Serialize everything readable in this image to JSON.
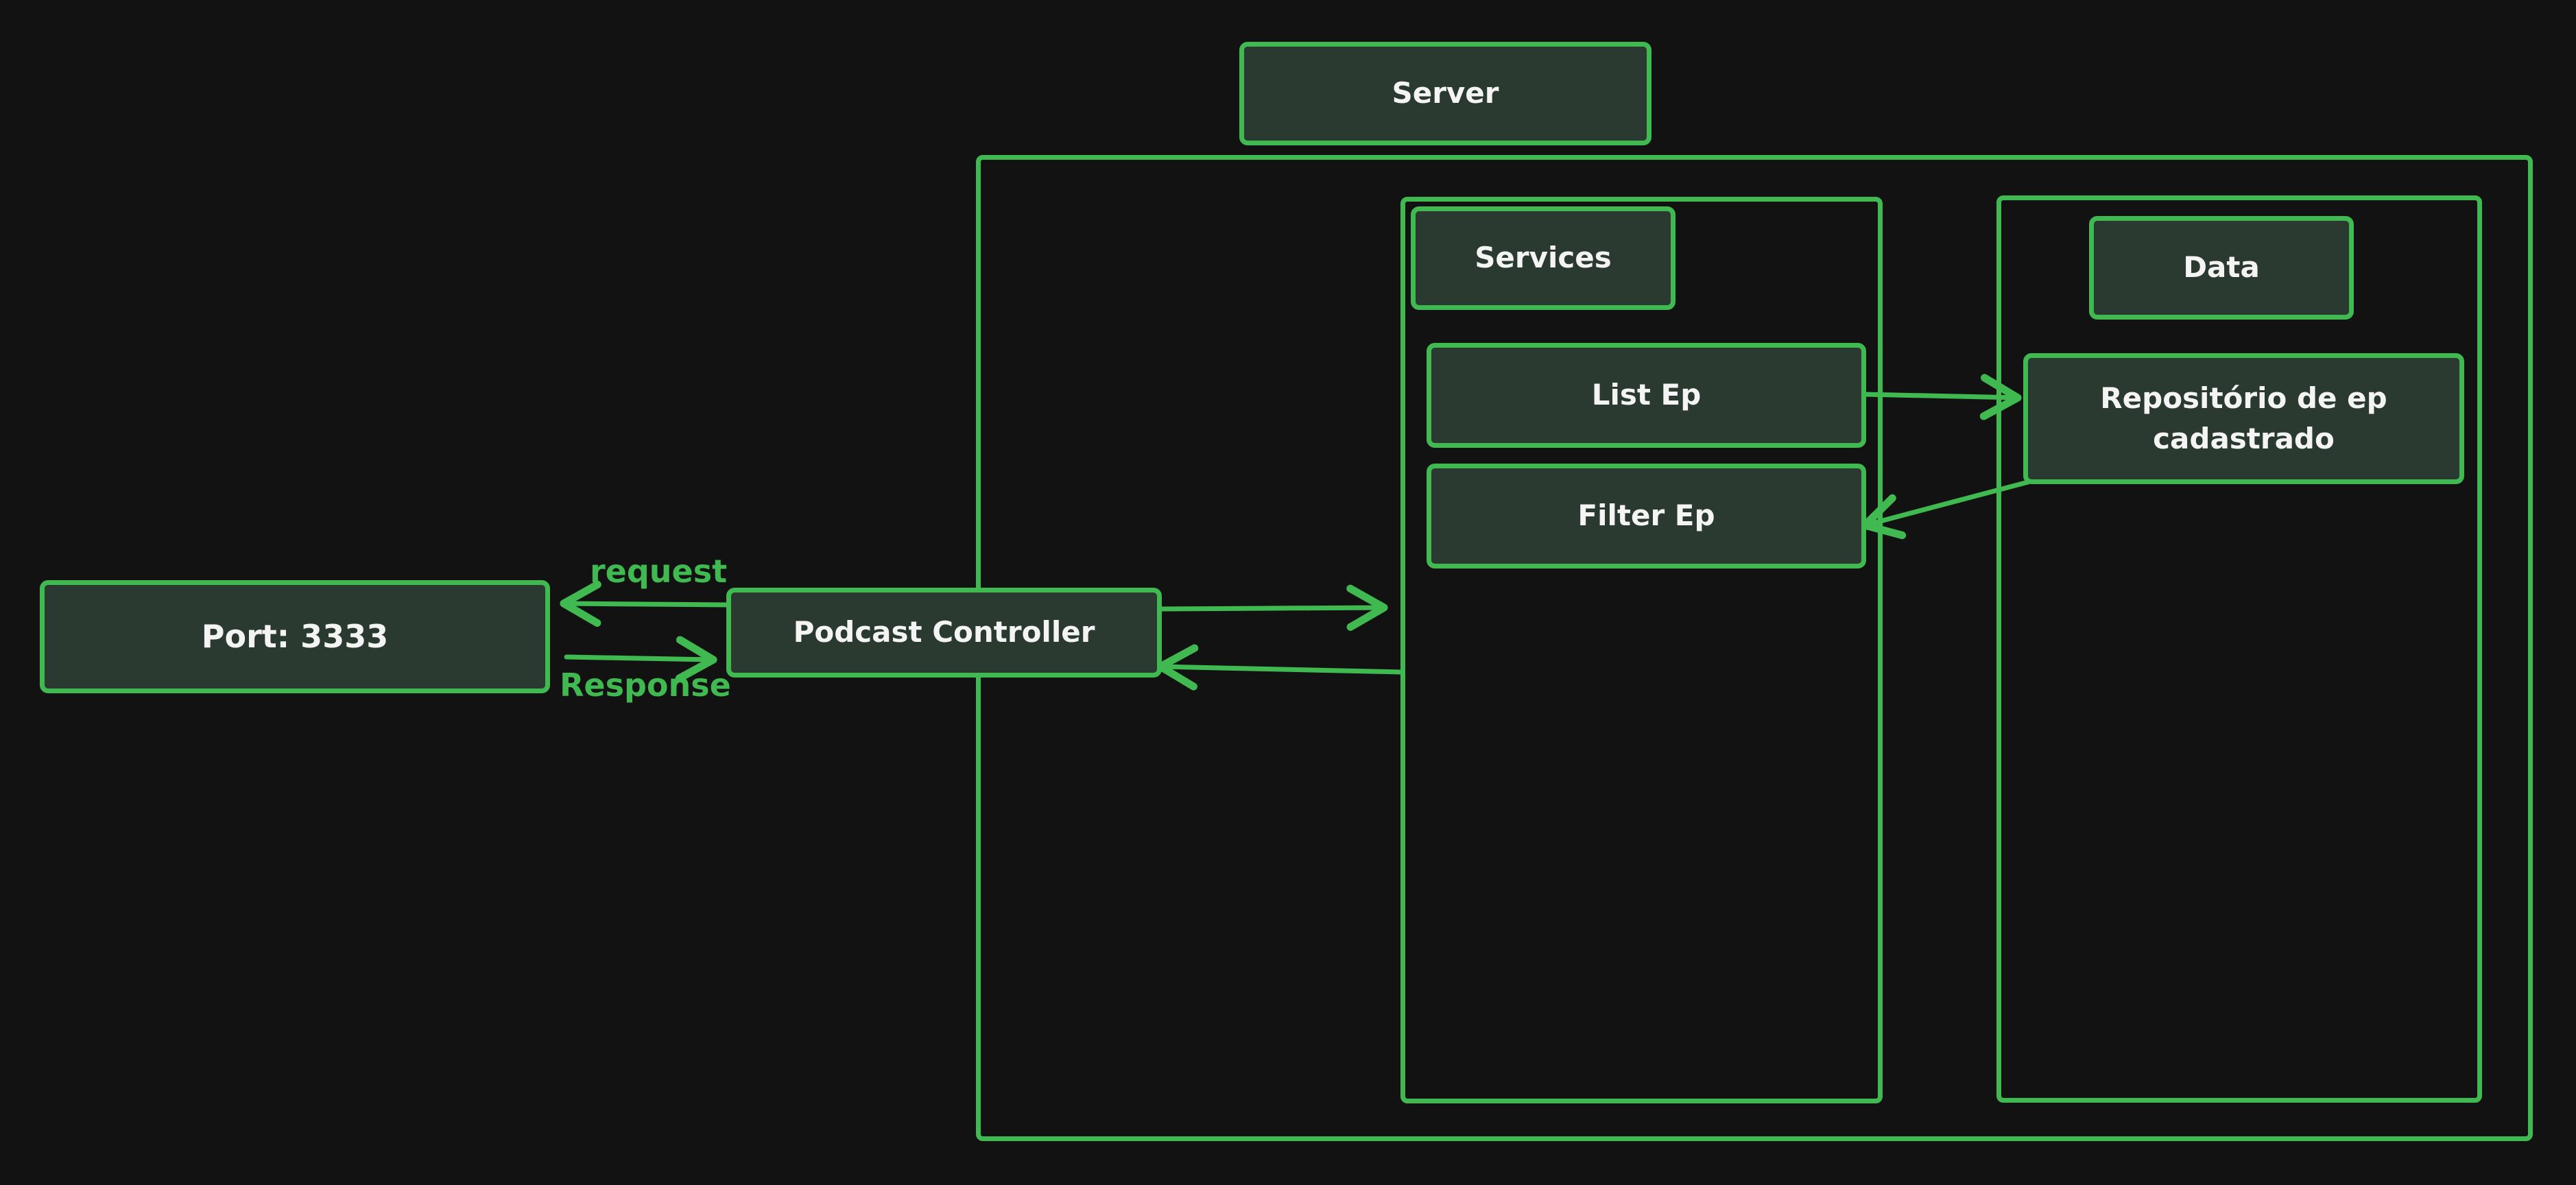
{
  "colors": {
    "background": "#121212",
    "stroke": "#3fb950",
    "node_fill": "#2b3a31",
    "node_text": "#f4f4f4"
  },
  "nodes": {
    "server": "Server",
    "services": "Services",
    "data": "Data",
    "list_ep": "List Ep",
    "filter_ep": "Filter Ep",
    "repository": "Repositório de ep\ncadastrado",
    "port": "Port: 3333",
    "podcast_controller": "Podcast Controller"
  },
  "edge_labels": {
    "request": "request",
    "response": "Response"
  }
}
